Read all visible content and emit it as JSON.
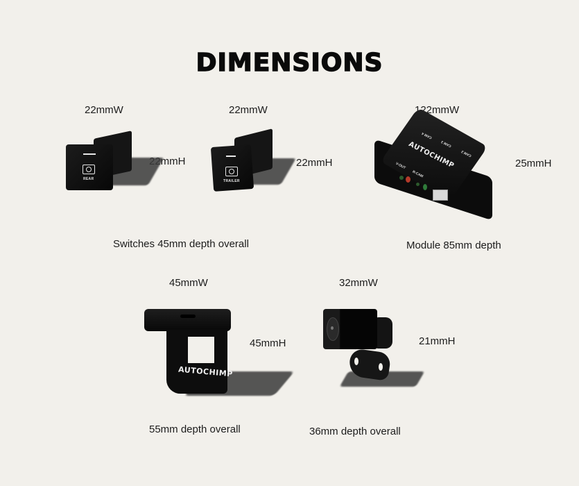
{
  "title": "DIMENSIONS",
  "products": {
    "switch_rear": {
      "width_label": "22mmW",
      "height_label": "22mmH",
      "icon": "camera-icon",
      "face_text": "REAR"
    },
    "switch_trailer": {
      "width_label": "22mmW",
      "height_label": "22mmH",
      "icon": "camera-icon",
      "face_text": "TRAILER"
    },
    "switches_caption": "Switches 45mm depth overall",
    "module": {
      "width_label": "122mmW",
      "height_label": "25mmH",
      "caption": "Module 85mm depth",
      "brand": "AUTOCHIMP",
      "tm": "™",
      "ports": [
        "CAM 4",
        "CAM 3",
        "CAM 2",
        "V-OUT",
        "R-CAM"
      ]
    },
    "bracket": {
      "width_label": "45mmW",
      "height_label": "45mmH",
      "caption": "55mm depth overall",
      "brand": "AUTOCHIMP"
    },
    "camera": {
      "width_label": "32mmW",
      "height_label": "21mmH",
      "caption": "36mm depth overall"
    }
  },
  "colors": {
    "background": "#f2f0eb",
    "product_black": "#111111",
    "text": "#1c1c1c"
  }
}
